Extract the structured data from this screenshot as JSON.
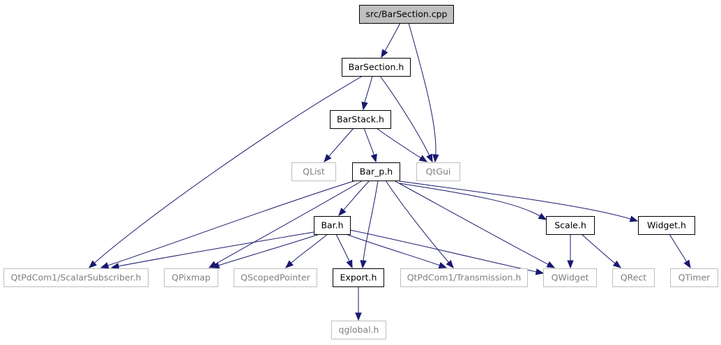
{
  "colors": {
    "edge": "#191970",
    "internal_border": "#000000",
    "external_border": "#bfbfbf",
    "external_text": "#7f7f7f",
    "root_fill": "#bfbfbf",
    "node_fill": "#ffffff",
    "text": "#000000"
  },
  "nodes": {
    "root": {
      "label": "src/BarSection.cpp",
      "kind": "root"
    },
    "barsection_h": {
      "label": "BarSection.h",
      "kind": "internal"
    },
    "barstack_h": {
      "label": "BarStack.h",
      "kind": "internal"
    },
    "qlist": {
      "label": "QList",
      "kind": "external"
    },
    "bar_p_h": {
      "label": "Bar_p.h",
      "kind": "internal"
    },
    "qtgui": {
      "label": "QtGui",
      "kind": "external"
    },
    "bar_h": {
      "label": "Bar.h",
      "kind": "internal"
    },
    "scale_h": {
      "label": "Scale.h",
      "kind": "internal"
    },
    "widget_h": {
      "label": "Widget.h",
      "kind": "internal"
    },
    "scalarsubscriber_h": {
      "label": "QtPdCom1/ScalarSubscriber.h",
      "kind": "external"
    },
    "qpixmap": {
      "label": "QPixmap",
      "kind": "external"
    },
    "qscopedpointer": {
      "label": "QScopedPointer",
      "kind": "external"
    },
    "export_h": {
      "label": "Export.h",
      "kind": "internal"
    },
    "transmission_h": {
      "label": "QtPdCom1/Transmission.h",
      "kind": "external"
    },
    "qwidget": {
      "label": "QWidget",
      "kind": "external"
    },
    "qrect": {
      "label": "QRect",
      "kind": "external"
    },
    "qtimer": {
      "label": "QTimer",
      "kind": "external"
    },
    "qglobal_h": {
      "label": "qglobal.h",
      "kind": "external"
    }
  },
  "edges": [
    [
      "root",
      "barsection_h"
    ],
    [
      "root",
      "qtgui"
    ],
    [
      "barsection_h",
      "barstack_h"
    ],
    [
      "barsection_h",
      "qtgui"
    ],
    [
      "barsection_h",
      "scalarsubscriber_h"
    ],
    [
      "barstack_h",
      "qlist"
    ],
    [
      "barstack_h",
      "bar_p_h"
    ],
    [
      "barstack_h",
      "qtgui"
    ],
    [
      "bar_p_h",
      "bar_h"
    ],
    [
      "bar_p_h",
      "scalarsubscriber_h"
    ],
    [
      "bar_p_h",
      "qpixmap"
    ],
    [
      "bar_p_h",
      "export_h"
    ],
    [
      "bar_p_h",
      "transmission_h"
    ],
    [
      "bar_p_h",
      "qwidget"
    ],
    [
      "bar_p_h",
      "scale_h"
    ],
    [
      "bar_p_h",
      "widget_h"
    ],
    [
      "bar_h",
      "scalarsubscriber_h"
    ],
    [
      "bar_h",
      "qpixmap"
    ],
    [
      "bar_h",
      "qscopedpointer"
    ],
    [
      "bar_h",
      "export_h"
    ],
    [
      "bar_h",
      "transmission_h"
    ],
    [
      "bar_h",
      "qwidget"
    ],
    [
      "scale_h",
      "qwidget"
    ],
    [
      "scale_h",
      "qrect"
    ],
    [
      "widget_h",
      "qtimer"
    ],
    [
      "export_h",
      "qglobal_h"
    ]
  ]
}
